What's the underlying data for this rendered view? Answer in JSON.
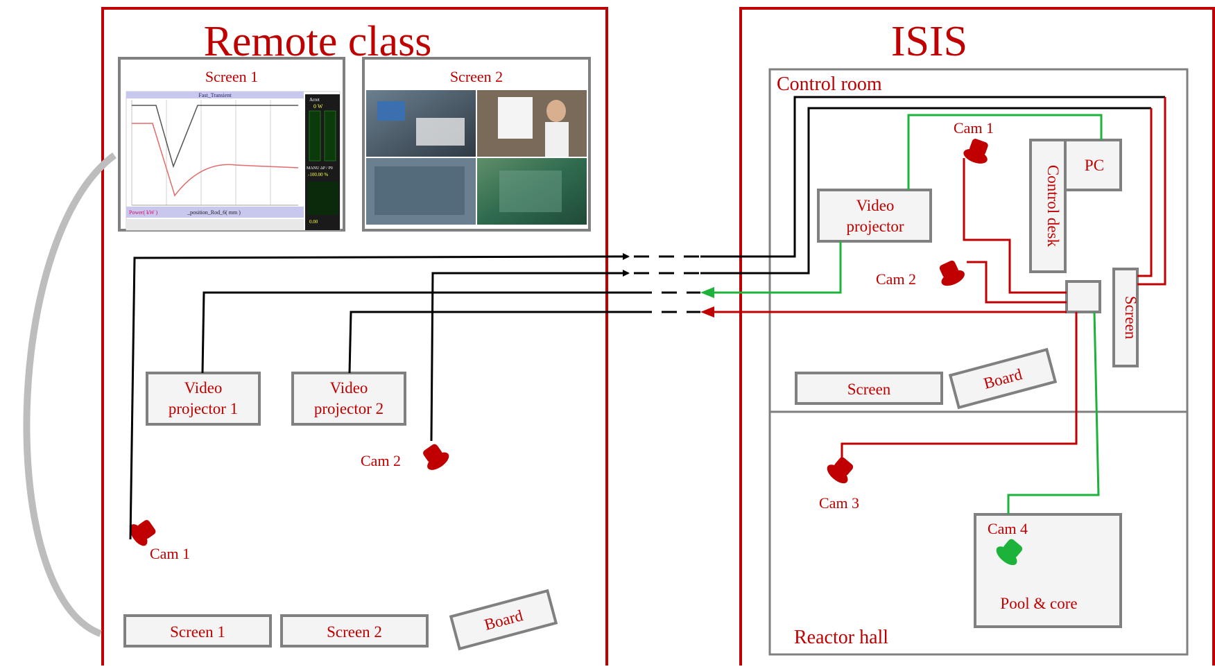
{
  "colors": {
    "accent_red": "#c00000",
    "box_grey": "#808080",
    "wire_black": "#000000",
    "wire_green": "#1db33a",
    "cable_grey": "#bdbdbd"
  },
  "remote": {
    "title": "Remote  class",
    "screen1_label": "Screen 1",
    "screen2_label": "Screen 2",
    "screen1_thumb": {
      "header": "Fast_Transient",
      "power": "Power( kW )",
      "position": "_position_Rod_6( mm )",
      "status": "Arret",
      "value": "0 W",
      "mode": "MANU ΔP / P0",
      "percent": "-100.00 %",
      "value2": "0.00"
    },
    "vp1": [
      "Video",
      "projector 1"
    ],
    "vp2": [
      "Video",
      "projector 2"
    ],
    "cam1": "Cam 1",
    "cam2": "Cam 2",
    "bottom_screen1": "Screen 1",
    "bottom_screen2": "Screen 2",
    "board": "Board"
  },
  "isis": {
    "title": "ISIS",
    "control_room": "Control room",
    "reactor_hall": "Reactor hall",
    "cam1": "Cam 1",
    "cam2": "Cam 2",
    "cam3": "Cam 3",
    "cam4": "Cam 4",
    "pc": "PC",
    "control_desk": "Control desk",
    "video_projector": [
      "Video",
      "projector"
    ],
    "screen_vertical": "Screen",
    "screen": "Screen",
    "board": "Board",
    "pool": "Pool & core"
  }
}
